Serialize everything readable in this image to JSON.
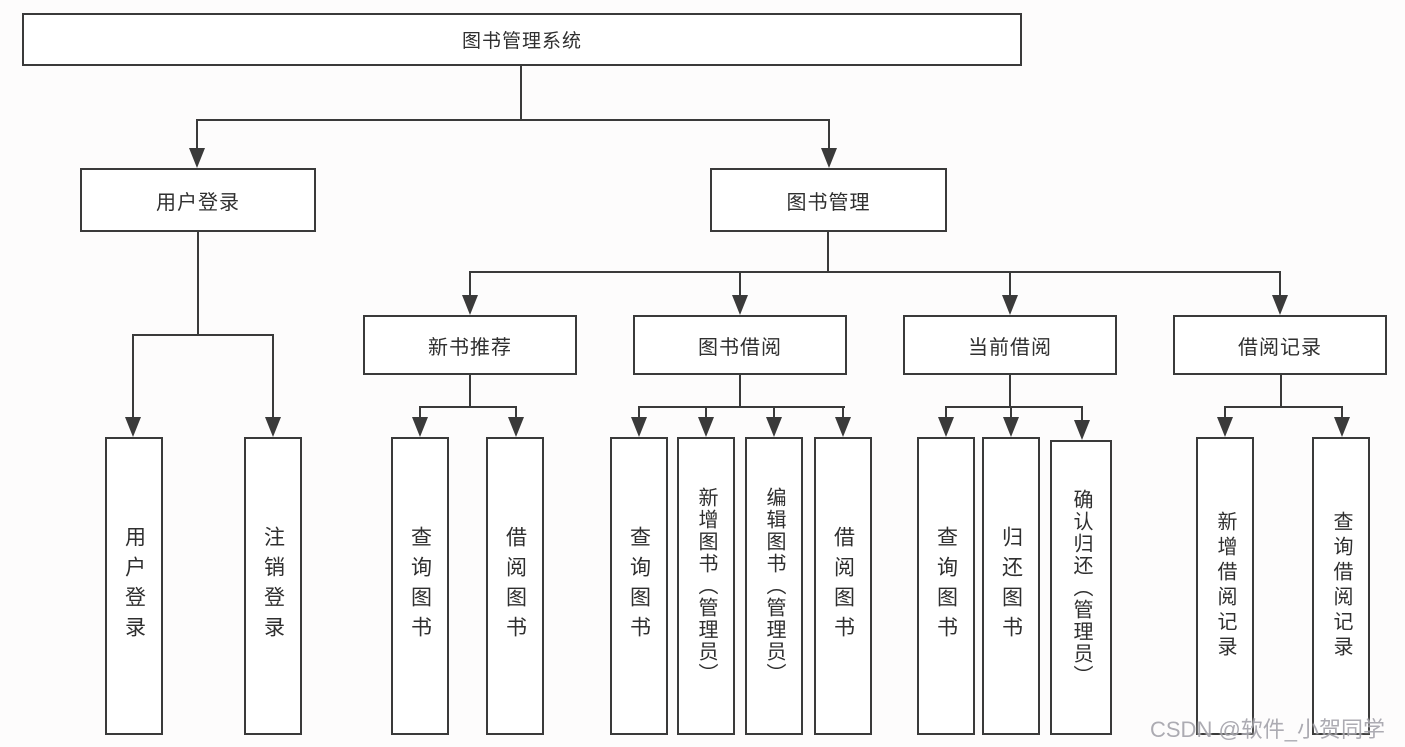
{
  "diagram": {
    "root": {
      "label": "图书管理系统"
    },
    "level2": [
      {
        "label": "用户登录"
      },
      {
        "label": "图书管理"
      }
    ],
    "level3": [
      {
        "label": "新书推荐"
      },
      {
        "label": "图书借阅"
      },
      {
        "label": "当前借阅"
      },
      {
        "label": "借阅记录"
      }
    ],
    "leaves": {
      "user_login": [
        "用户登录",
        "注销登录"
      ],
      "new_book": [
        "查询图书",
        "借阅图书"
      ],
      "book_borrow": [
        "查询图书",
        "新增图书（管理员）",
        "编辑图书（管理员）",
        "借阅图书"
      ],
      "current_borrow": [
        "查询图书",
        "归还图书",
        "确认归还（管理员）"
      ],
      "borrow_record": [
        "新增借阅记录",
        "查询借阅记录"
      ]
    }
  },
  "watermark": {
    "text": "CSDN @软件_小贺同学"
  },
  "colors": {
    "line": "#3a3a3a",
    "text": "#2f2f2f",
    "node_background": "#ffffff",
    "page_background": "#fdfcfc",
    "watermark": "#9e9ca4"
  }
}
